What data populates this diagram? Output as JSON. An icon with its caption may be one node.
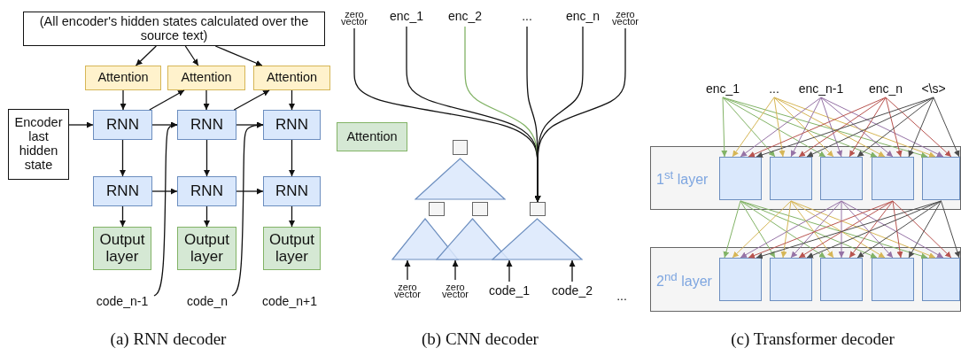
{
  "diagram": {
    "nodes": [
      {
        "text": [
          "(All encoder's hidden states calculated over the source text)"
        ]
      },
      {
        "text": [
          "Attention"
        ]
      },
      {
        "text": [
          "Attention"
        ]
      },
      {
        "text": [
          "Attention"
        ]
      },
      {
        "text": [
          "Encoder last hidden state"
        ]
      },
      {
        "text": [
          "RNN"
        ]
      },
      {
        "text": [
          "RNN"
        ]
      },
      {
        "text": [
          "RNN"
        ]
      },
      {
        "text": [
          "RNN"
        ]
      },
      {
        "text": [
          "RNN"
        ]
      },
      {
        "text": [
          "RNN"
        ]
      },
      {
        "text": [
          "Output layer"
        ]
      },
      {
        "text": [
          "Output layer"
        ]
      },
      {
        "text": [
          "Output layer"
        ]
      },
      {
        "text": [
          "code_n-1"
        ]
      },
      {
        "text": [
          "code_n"
        ]
      },
      {
        "text": [
          "code_n+1"
        ]
      },
      {
        "text": [
          "zero vector"
        ]
      },
      {
        "text": [
          "enc_1"
        ]
      },
      {
        "text": [
          "enc_2"
        ]
      },
      {
        "text": [
          "..."
        ]
      },
      {
        "text": [
          "enc_n"
        ]
      },
      {
        "text": [
          "zero vector"
        ]
      },
      {
        "text": [
          "Attention"
        ]
      },
      {
        "text": [],
        "shape": "box"
      },
      {
        "text": [],
        "shape": "triangle"
      },
      {
        "text": [],
        "shape": "box"
      },
      {
        "text": [],
        "shape": "box"
      },
      {
        "text": [],
        "shape": "box"
      },
      {
        "text": [],
        "shape": "triangle"
      },
      {
        "text": [],
        "shape": "triangle"
      },
      {
        "text": [],
        "shape": "triangle"
      },
      {
        "text": [
          "zero vector"
        ]
      },
      {
        "text": [
          "zero vector"
        ]
      },
      {
        "text": [
          "code_1"
        ]
      },
      {
        "text": [
          "code_2"
        ]
      },
      {
        "text": [
          "enc_1"
        ]
      },
      {
        "text": [
          "..."
        ]
      },
      {
        "text": [
          "enc_n-1"
        ]
      },
      {
        "text": [
          "enc_n"
        ]
      },
      {
        "text": [
          "<\\s>"
        ]
      },
      {
        "text": [
          "1$^{st}$ layer"
        ]
      },
      {
        "text": [],
        "shape": "box",
        "in": 41
      },
      {
        "text": [],
        "shape": "box",
        "in": 41
      },
      {
        "text": [],
        "shape": "box",
        "in": 41
      },
      {
        "text": [],
        "shape": "box",
        "in": 41
      },
      {
        "text": [],
        "shape": "box",
        "in": 41
      },
      {
        "text": [
          "2$^{nd}$ layer"
        ]
      },
      {
        "text": [],
        "shape": "box",
        "in": 47
      },
      {
        "text": [],
        "shape": "box",
        "in": 47
      },
      {
        "text": [],
        "shape": "box",
        "in": 47
      },
      {
        "text": [],
        "shape": "box",
        "in": 47
      },
      {
        "text": [],
        "shape": "box",
        "in": 47
      }
    ],
    "edges": [
      {
        "from": 0,
        "to": 1,
        "arrow": "to"
      },
      {
        "from": 0,
        "to": 2,
        "arrow": "to"
      },
      {
        "from": 0,
        "to": 3,
        "arrow": "to"
      },
      {
        "from": 1,
        "to": 5,
        "arrow": "to"
      },
      {
        "from": 2,
        "to": 6,
        "arrow": "to"
      },
      {
        "from": 3,
        "to": 7,
        "arrow": "to"
      },
      {
        "from": 4,
        "to": 5,
        "arrow": "to"
      },
      {
        "from": 5,
        "to": 6,
        "arrow": "to"
      },
      {
        "from": 6,
        "to": 7,
        "arrow": "to"
      },
      {
        "from": 5,
        "to": 2,
        "arrow": "to"
      },
      {
        "from": 6,
        "to": 3,
        "arrow": "to"
      },
      {
        "from": 5,
        "to": 8,
        "arrow": "to"
      },
      {
        "from": 6,
        "to": 9,
        "arrow": "to"
      },
      {
        "from": 7,
        "to": 10,
        "arrow": "to"
      },
      {
        "from": 8,
        "to": 9,
        "arrow": "to"
      },
      {
        "from": 9,
        "to": 10,
        "arrow": "to"
      },
      {
        "from": 8,
        "to": 11,
        "arrow": "to"
      },
      {
        "from": 9,
        "to": 12,
        "arrow": "to"
      },
      {
        "from": 10,
        "to": 13,
        "arrow": "to"
      },
      {
        "from": 14,
        "to": 6,
        "arrow": "to"
      },
      {
        "from": 15,
        "to": 7,
        "arrow": "to"
      },
      {
        "from": 17,
        "to": 28,
        "arrow": "to"
      },
      {
        "from": 18,
        "to": 28,
        "arrow": "to"
      },
      {
        "from": 19,
        "to": 28,
        "arrow": "to",
        "color": "#82b366"
      },
      {
        "from": 20,
        "to": 28,
        "arrow": "to"
      },
      {
        "from": 21,
        "to": 28,
        "arrow": "to"
      },
      {
        "from": 22,
        "to": 28,
        "arrow": "to"
      },
      {
        "from": 32,
        "to": 29,
        "arrow": "to"
      },
      {
        "from": 33,
        "to": 30,
        "arrow": "to"
      },
      {
        "from": 34,
        "to": 31,
        "arrow": "to"
      },
      {
        "from": 35,
        "to": 31,
        "arrow": "to"
      },
      {
        "from": 36,
        "to": 42,
        "arrow": "to",
        "color": "#82b366"
      },
      {
        "from": 36,
        "to": 43,
        "arrow": "to",
        "color": "#82b366"
      },
      {
        "from": 36,
        "to": 44,
        "arrow": "to",
        "color": "#82b366"
      },
      {
        "from": 36,
        "to": 45,
        "arrow": "to",
        "color": "#82b366"
      },
      {
        "from": 36,
        "to": 46,
        "arrow": "to",
        "color": "#82b366"
      },
      {
        "from": 37,
        "to": 42,
        "arrow": "to",
        "color": "#d6b656"
      },
      {
        "from": 37,
        "to": 43,
        "arrow": "to",
        "color": "#d6b656"
      },
      {
        "from": 37,
        "to": 44,
        "arrow": "to",
        "color": "#d6b656"
      },
      {
        "from": 37,
        "to": 45,
        "arrow": "to",
        "color": "#d6b656"
      },
      {
        "from": 37,
        "to": 46,
        "arrow": "to",
        "color": "#d6b656"
      },
      {
        "from": 38,
        "to": 42,
        "arrow": "to",
        "color": "#9673a6"
      },
      {
        "from": 38,
        "to": 43,
        "arrow": "to",
        "color": "#9673a6"
      },
      {
        "from": 38,
        "to": 44,
        "arrow": "to",
        "color": "#9673a6"
      },
      {
        "from": 38,
        "to": 45,
        "arrow": "to",
        "color": "#9673a6"
      },
      {
        "from": 38,
        "to": 46,
        "arrow": "to",
        "color": "#9673a6"
      },
      {
        "from": 39,
        "to": 42,
        "arrow": "to",
        "color": "#b85450"
      },
      {
        "from": 39,
        "to": 43,
        "arrow": "to",
        "color": "#b85450"
      },
      {
        "from": 39,
        "to": 44,
        "arrow": "to",
        "color": "#b85450"
      },
      {
        "from": 39,
        "to": 45,
        "arrow": "to",
        "color": "#b85450"
      },
      {
        "from": 39,
        "to": 46,
        "arrow": "to",
        "color": "#b85450"
      },
      {
        "from": 40,
        "to": 42,
        "arrow": "to",
        "color": "#4d4d4d"
      },
      {
        "from": 40,
        "to": 43,
        "arrow": "to",
        "color": "#4d4d4d"
      },
      {
        "from": 40,
        "to": 44,
        "arrow": "to",
        "color": "#4d4d4d"
      },
      {
        "from": 40,
        "to": 45,
        "arrow": "to",
        "color": "#4d4d4d"
      },
      {
        "from": 40,
        "to": 46,
        "arrow": "to",
        "color": "#4d4d4d"
      },
      {
        "from": 42,
        "to": 48,
        "arrow": "to",
        "color": "#82b366"
      },
      {
        "from": 42,
        "to": 49,
        "arrow": "to",
        "color": "#82b366"
      },
      {
        "from": 42,
        "to": 50,
        "arrow": "to",
        "color": "#82b366"
      },
      {
        "from": 42,
        "to": 51,
        "arrow": "to",
        "color": "#82b366"
      },
      {
        "from": 42,
        "to": 52,
        "arrow": "to",
        "color": "#82b366"
      },
      {
        "from": 43,
        "to": 48,
        "arrow": "to",
        "color": "#d6b656"
      },
      {
        "from": 43,
        "to": 49,
        "arrow": "to",
        "color": "#d6b656"
      },
      {
        "from": 43,
        "to": 50,
        "arrow": "to",
        "color": "#d6b656"
      },
      {
        "from": 43,
        "to": 51,
        "arrow": "to",
        "color": "#d6b656"
      },
      {
        "from": 43,
        "to": 52,
        "arrow": "to",
        "color": "#d6b656"
      },
      {
        "from": 44,
        "to": 48,
        "arrow": "to",
        "color": "#9673a6"
      },
      {
        "from": 44,
        "to": 49,
        "arrow": "to",
        "color": "#9673a6"
      },
      {
        "from": 44,
        "to": 50,
        "arrow": "to",
        "color": "#9673a6"
      },
      {
        "from": 44,
        "to": 51,
        "arrow": "to",
        "color": "#9673a6"
      },
      {
        "from": 44,
        "to": 52,
        "arrow": "to",
        "color": "#9673a6"
      },
      {
        "from": 45,
        "to": 48,
        "arrow": "to",
        "color": "#b85450"
      },
      {
        "from": 45,
        "to": 49,
        "arrow": "to",
        "color": "#b85450"
      },
      {
        "from": 45,
        "to": 50,
        "arrow": "to",
        "color": "#b85450"
      },
      {
        "from": 45,
        "to": 51,
        "arrow": "to",
        "color": "#b85450"
      },
      {
        "from": 45,
        "to": 52,
        "arrow": "to",
        "color": "#b85450"
      },
      {
        "from": 46,
        "to": 48,
        "arrow": "to",
        "color": "#4d4d4d"
      },
      {
        "from": 46,
        "to": 49,
        "arrow": "to",
        "color": "#4d4d4d"
      },
      {
        "from": 46,
        "to": 50,
        "arrow": "to",
        "color": "#4d4d4d"
      },
      {
        "from": 46,
        "to": 51,
        "arrow": "to",
        "color": "#4d4d4d"
      },
      {
        "from": 46,
        "to": 52,
        "arrow": "to",
        "color": "#4d4d4d"
      }
    ],
    "labels": [
      "...",
      "(a) RNN decoder",
      "(b) CNN decoder",
      "(c) Transformer decoder"
    ]
  }
}
